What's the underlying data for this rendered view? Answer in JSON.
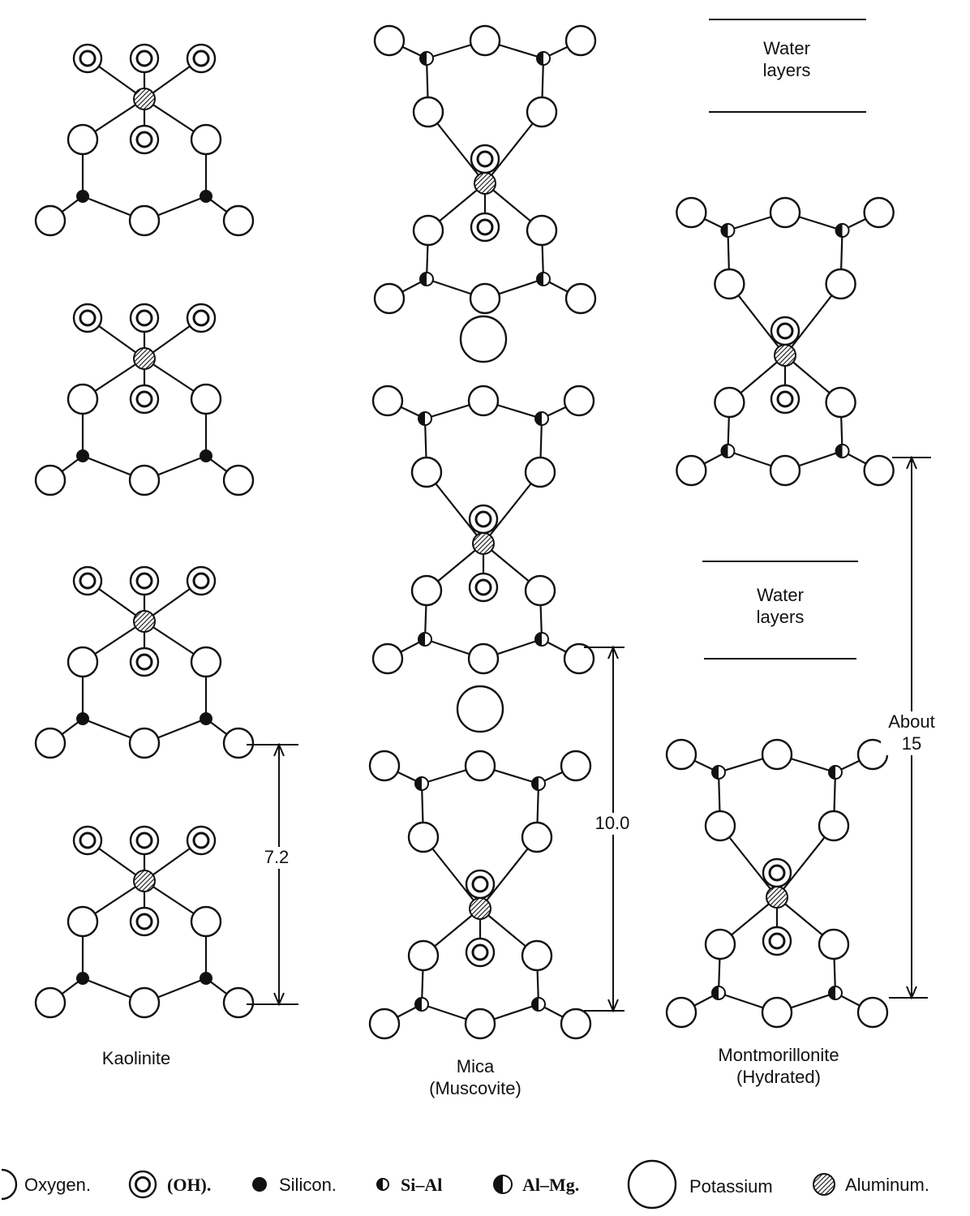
{
  "columns": {
    "kaolinite": {
      "name": "Kaolinite",
      "spacing": "7.2"
    },
    "mica": {
      "name": "Mica",
      "subname": "(Muscovite)",
      "spacing": "10.0"
    },
    "montmorillonite": {
      "name": "Montmorillonite",
      "subname": "(Hydrated)",
      "spacing_line1": "About",
      "spacing_line2": "15",
      "water_top": {
        "line1": "Water",
        "line2": "layers"
      },
      "water_mid": {
        "line1": "Water",
        "line2": "layers"
      }
    }
  },
  "legend": {
    "oxygen": "Oxygen.",
    "oh": "(OH).",
    "silicon": "Silicon.",
    "si_al": "Si–Al",
    "al_mg": "Al–Mg.",
    "potassium": "Potassium",
    "aluminum": "Aluminum."
  }
}
